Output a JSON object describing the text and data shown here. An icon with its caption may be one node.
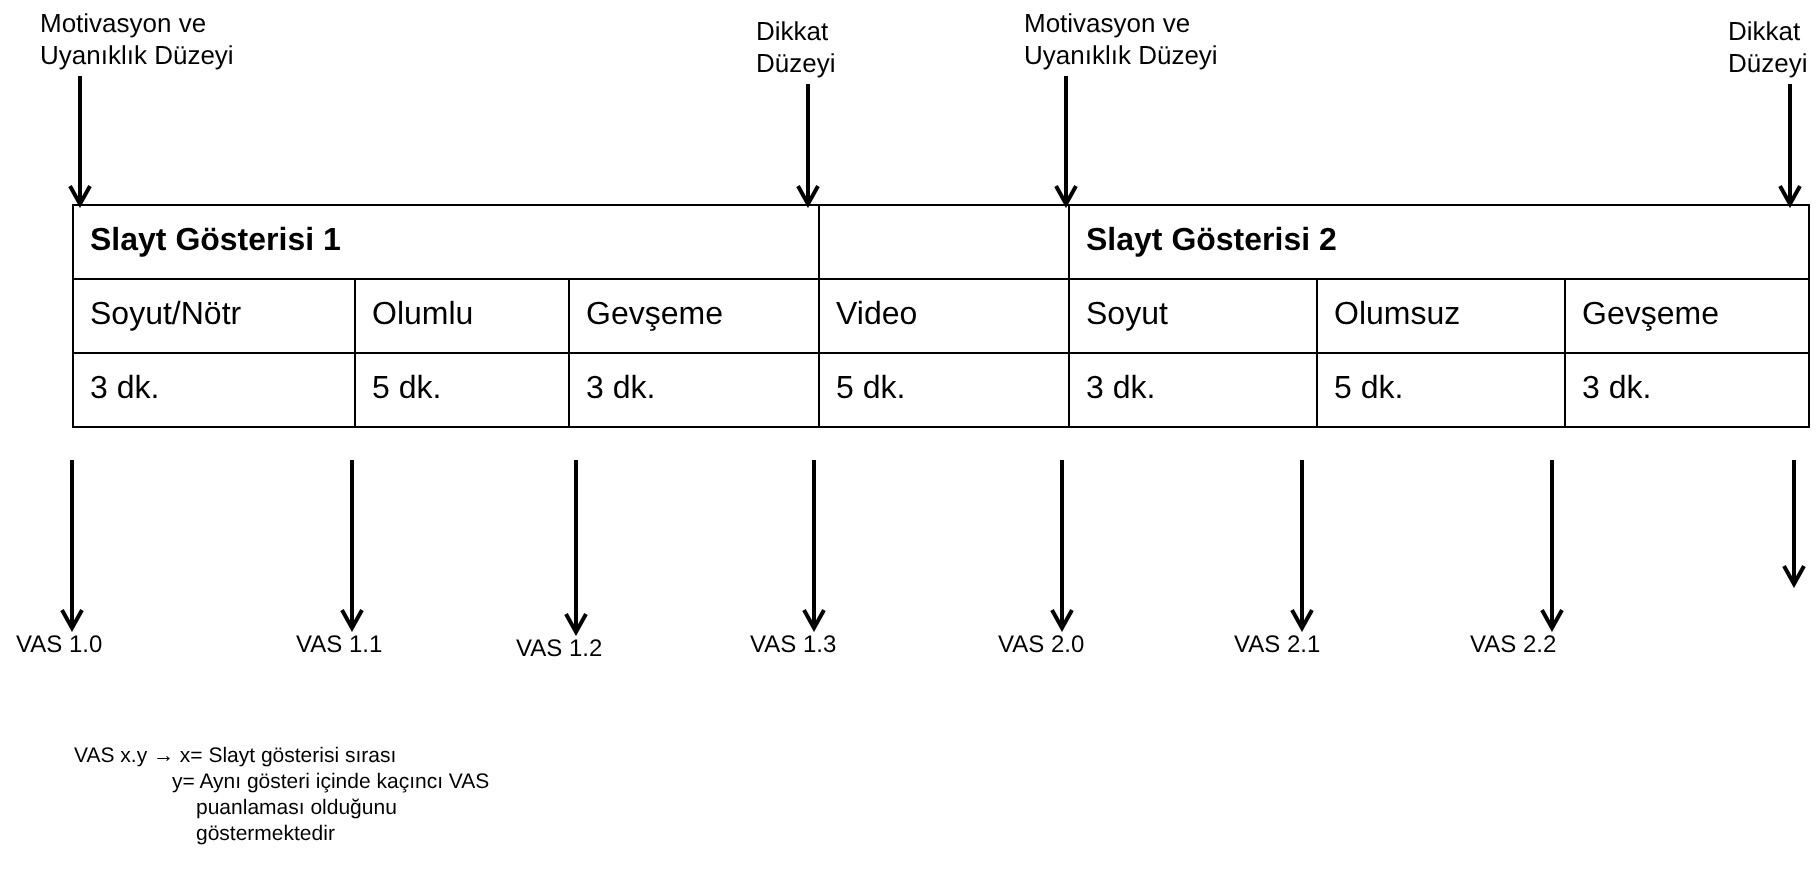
{
  "diagram": {
    "nodes": [
      {
        "text": [
          "Motivasyon ve Uyanıklık Düzeyi"
        ]
      },
      {
        "text": [
          "Dikkat Düzeyi"
        ]
      },
      {
        "text": [
          "Motivasyon ve Uyanıklık Düzeyi"
        ]
      },
      {
        "text": [
          "Dikkat Düzeyi"
        ]
      },
      {
        "text": [
          "Slayt Gösterisi 1"
        ]
      },
      {
        "text": [],
        "shape": "box"
      },
      {
        "text": [
          "Slayt Gösterisi 2"
        ]
      },
      {
        "text": [
          "VAS 1.0"
        ]
      },
      {
        "text": [
          "VAS 1.1"
        ]
      },
      {
        "text": [
          "VAS 1.2"
        ]
      },
      {
        "text": [
          "VAS 1.3"
        ]
      },
      {
        "text": [
          "VAS 2.0"
        ]
      },
      {
        "text": [
          "VAS 2.1"
        ]
      },
      {
        "text": [
          "VAS 2.2"
        ]
      }
    ],
    "edges": [
      {
        "from": 0,
        "to": 4,
        "arrow": "to"
      },
      {
        "from": 1,
        "to": 4,
        "arrow": "to"
      },
      {
        "from": 2,
        "to": 6,
        "arrow": "to"
      },
      {
        "from": 3,
        "to": 6,
        "arrow": "to"
      },
      {
        "from": null,
        "to": 7,
        "arrow": "to"
      },
      {
        "from": null,
        "to": 8,
        "arrow": "to"
      },
      {
        "from": null,
        "to": 9,
        "arrow": "to"
      },
      {
        "from": null,
        "to": 10,
        "arrow": "to"
      },
      {
        "from": null,
        "to": 11,
        "arrow": "to"
      },
      {
        "from": null,
        "to": 12,
        "arrow": "to"
      },
      {
        "from": null,
        "to": 13,
        "arrow": "to"
      }
    ],
    "labels": [
      "Soyut/Nötr",
      "Olumlu",
      "Gevşeme",
      "Video",
      "Soyut",
      "Olumsuz",
      "Gevşeme",
      "3 dk.",
      "5 dk.",
      "3 dk.",
      "5 dk.",
      "3 dk.",
      "5 dk.",
      "3 dk.",
      "VAS x.y → x= Slayt gösterisi sırası",
      "y= Aynı gösteri içinde kaçıncı VAS puanlaması olduğunu göstermektedir"
    ]
  }
}
